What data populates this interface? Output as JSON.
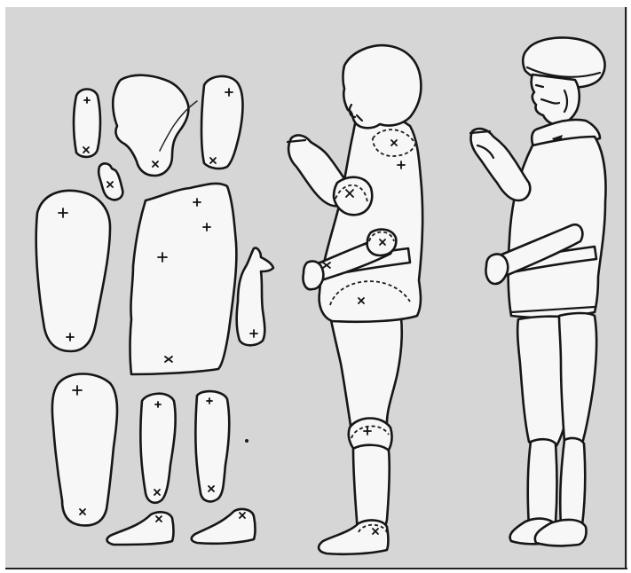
{
  "illustration": {
    "background_color": "#d6d6d6",
    "outline_color": "#161616",
    "paper_color": "#f7f7f7"
  },
  "cutout_pieces": [
    "head-piece",
    "hand-piece-left",
    "forearm-piece-top",
    "upper-arm-piece-top",
    "upper-arm-piece",
    "torso-piece",
    "forearm-piece-right",
    "thigh-piece",
    "shin-piece-left",
    "shin-piece-right",
    "shoe-piece-left",
    "shoe-piece-right"
  ],
  "figures": [
    "assembled-puppet-figure",
    "finished-figure"
  ]
}
